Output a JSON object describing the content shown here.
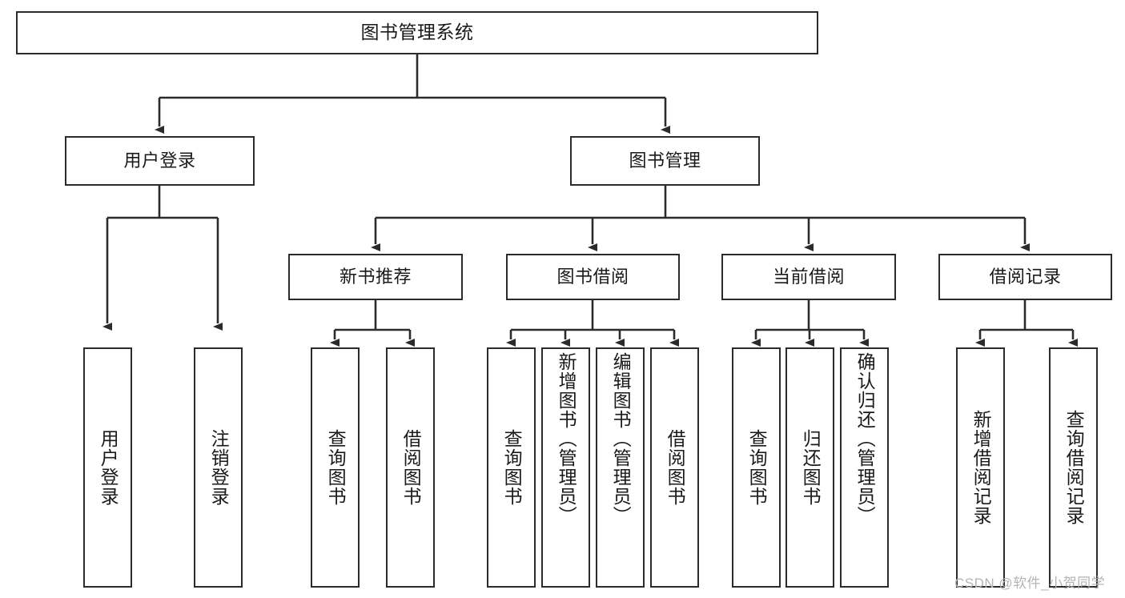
{
  "diagram": {
    "title": "图书管理系统",
    "type": "tree-hierarchy-chart",
    "root": {
      "label": "图书管理系统"
    },
    "level2": [
      {
        "label": "用户登录"
      },
      {
        "label": "图书管理"
      }
    ],
    "level3": [
      {
        "label": "新书推荐"
      },
      {
        "label": "图书借阅"
      },
      {
        "label": "当前借阅"
      },
      {
        "label": "借阅记录"
      }
    ],
    "leaves": {
      "user_login": [
        {
          "label": "用户登录"
        },
        {
          "label": "注销登录"
        }
      ],
      "new_book_recommend": [
        {
          "label": "查询图书"
        },
        {
          "label": "借阅图书"
        }
      ],
      "book_borrow": [
        {
          "label": "查询图书"
        },
        {
          "label": "新增图书（管理员）"
        },
        {
          "label": "编辑图书（管理员）"
        },
        {
          "label": "借阅图书"
        }
      ],
      "current_borrow": [
        {
          "label": "查询图书"
        },
        {
          "label": "归还图书"
        },
        {
          "label": "确认归还（管理员）"
        }
      ],
      "borrow_record": [
        {
          "label": "新增借阅记录"
        },
        {
          "label": "查询借阅记录"
        }
      ]
    }
  },
  "watermark": {
    "text": "CSDN @软件_小贺同学"
  },
  "colors": {
    "stroke": "#2b2b2b",
    "fill": "#ffffff",
    "text": "#1a1a1a",
    "watermark": "#b4b4b4"
  }
}
